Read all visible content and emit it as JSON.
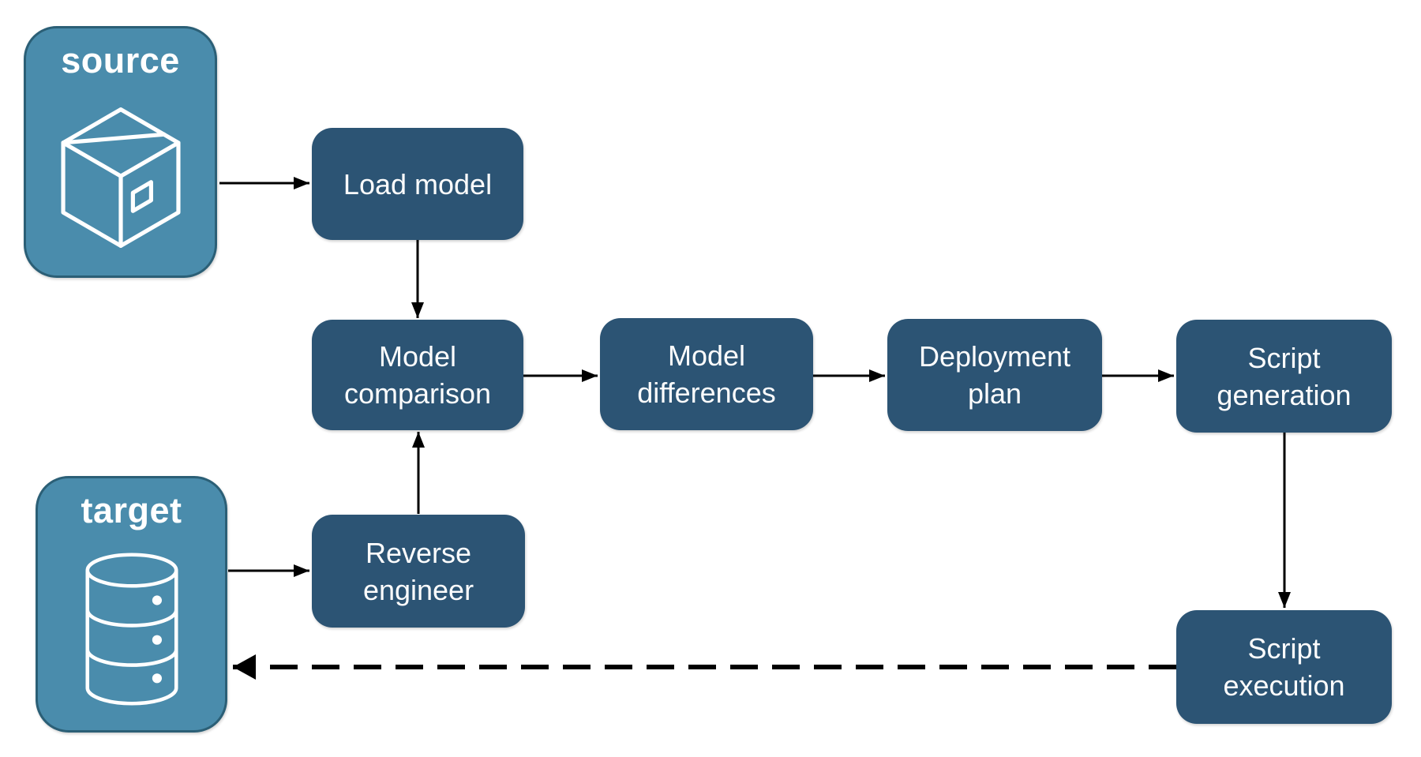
{
  "diagram": {
    "type": "flowchart",
    "background": "#ffffff",
    "colors": {
      "entity_fill": "#4A8CAC",
      "entity_border": "#2B5F76",
      "process_fill": "#2C5474",
      "text": "#ffffff",
      "arrow": "#000000"
    },
    "entities": {
      "source": {
        "label": "source",
        "icon": "package-icon"
      },
      "target": {
        "label": "target",
        "icon": "database-icon"
      }
    },
    "processes": {
      "load_model": {
        "label": "Load model"
      },
      "model_comparison": {
        "label": "Model comparison"
      },
      "model_differences": {
        "label": "Model differences"
      },
      "deployment_plan": {
        "label": "Deployment plan"
      },
      "script_generation": {
        "label": "Script generation"
      },
      "reverse_engineer": {
        "label": "Reverse engineer"
      },
      "script_execution": {
        "label": "Script execution"
      }
    },
    "flows": [
      {
        "from": "source",
        "to": "load_model",
        "style": "solid"
      },
      {
        "from": "load_model",
        "to": "model_comparison",
        "style": "solid"
      },
      {
        "from": "target",
        "to": "reverse_engineer",
        "style": "solid"
      },
      {
        "from": "reverse_engineer",
        "to": "model_comparison",
        "style": "solid"
      },
      {
        "from": "model_comparison",
        "to": "model_differences",
        "style": "solid"
      },
      {
        "from": "model_differences",
        "to": "deployment_plan",
        "style": "solid"
      },
      {
        "from": "deployment_plan",
        "to": "script_generation",
        "style": "solid"
      },
      {
        "from": "script_generation",
        "to": "script_execution",
        "style": "solid"
      },
      {
        "from": "script_execution",
        "to": "target",
        "style": "dashed"
      }
    ]
  }
}
